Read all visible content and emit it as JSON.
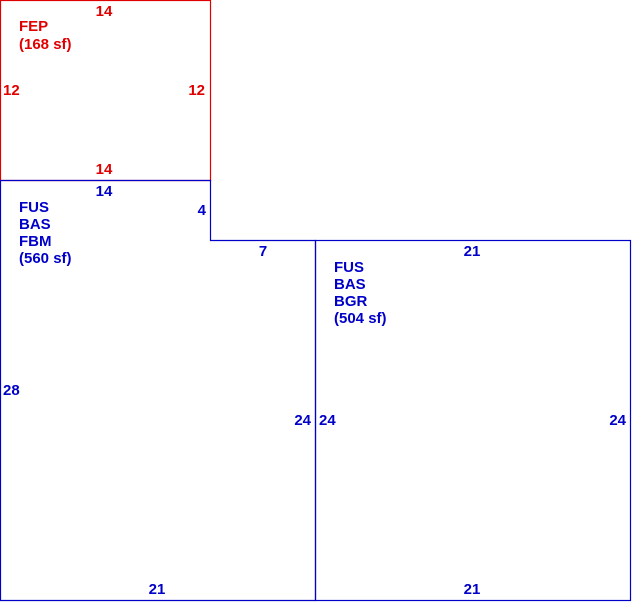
{
  "colors": {
    "fep": "#e00000",
    "main": "#0000c8",
    "background": "#ffffff"
  },
  "sketch": {
    "fep": {
      "codes": [
        "FEP"
      ],
      "area": "(168 sf)",
      "dims": {
        "top": "14",
        "left": "12",
        "right": "12",
        "bottom": "14"
      }
    },
    "left": {
      "codes": [
        "FUS",
        "BAS",
        "FBM"
      ],
      "area": "(560 sf)",
      "dims": {
        "top": "14",
        "step_v": "4",
        "step_h": "7",
        "left": "28",
        "right": "24",
        "bottom": "21"
      }
    },
    "right": {
      "codes": [
        "FUS",
        "BAS",
        "BGR"
      ],
      "area": "(504 sf)",
      "dims": {
        "top": "21",
        "left": "24",
        "right": "24",
        "bottom": "21"
      }
    }
  }
}
